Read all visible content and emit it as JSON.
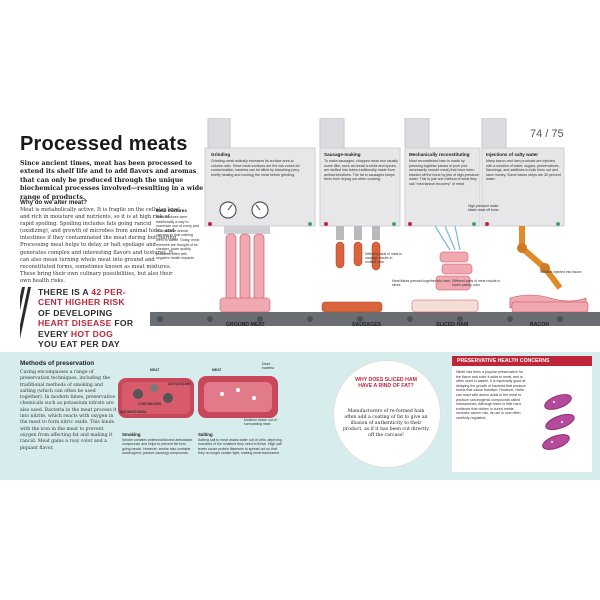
{
  "page": {
    "title": "Processed meats",
    "page_number": "74 / 75"
  },
  "intro": "Since ancient times, meat has been processed to extend its shelf life and to add flavors and aromas that can only be produced through the unique biochemical processes involved—resulting in a wide range of products.",
  "why": {
    "heading": "Why do we alter meat?",
    "body": "Meat is metabolically active. It is fragile on the cellular level and rich in moisture and nutrients, so it is at high risk of rapid spoiling. Spoiling includes fats going rancid (oxidizing), and growth of microbes from animal hides and intestines if they contaminated the meat during butchering. Processing meat helps to delay or halt spoilage and generates complex and interesting flavors and textures. It can also mean turning whole meat into ground and reconstituted forms, sometimes known as meat mixtures. These bring their own culinary possibilities, but also their own health risks."
  },
  "stat": {
    "pre": "THERE IS A ",
    "highlight1": "42 PER-CENT HIGHER RISK",
    "mid": " OF DEVELOPING ",
    "highlight2": "HEART DISEASE",
    "mid2": " FOR EVERY ",
    "highlight3": "HOT DOG",
    "post": " YOU EAT PER DAY"
  },
  "machines": [
    {
      "heading": "Grinding",
      "text": "Grinding meat radically increases its surface area to volume ratio. Since meat surfaces are the risk zones for contamination, bacteria can be killed by blanching (very briefly heating and cooling) the meat before grinding."
    },
    {
      "heading": "Sausage-making",
      "text": "To make sausages, chopped meat and usually some filler, such as bread crumbs and spices, are stuffed into tubes traditionally made from animal intestines. The fat in sausages keeps them from drying out when cooking."
    },
    {
      "heading": "Mechanically reconstituting",
      "text": "Most reconstituted ham is made by pressing together pieces of pork (not necessarily muscle meat) that have been blasted off the bone by jets of high-pressure water. This is just one method of what they call \"mechanical recovery\" of meat."
    },
    {
      "heading": "Injections of salty water",
      "text": "Many bacon and ham products are injected with a solution of water, sugars, preservatives, flavorings, and additives to bulk them out and save money. Some bacon strips are 30 percent water."
    }
  ],
  "meat_mixtures": {
    "heading": "Meat mixtures",
    "text": "Meat mixtures were traditionally a way to maximize use of every part of a valuable animal carcass so that nothing went to waste. Today, meat mixtures are thought of as cheaper, lower quality products, often with negative health impacts."
  },
  "callouts": {
    "sausage_pieces": "Different parts of meat in sausage results in mottled color",
    "water_jets": "High-pressure water blasts meat off bone",
    "pressed": "Meat flakes pressed together into ham slices",
    "ham_color": "Different parts of meat results in ham's patchy color",
    "solution": "Solution injected into bacon"
  },
  "belt_labels": [
    "GROUND MEAT",
    "SAUSAGES",
    "SLICED HAM",
    "BACON"
  ],
  "methods": {
    "heading": "Methods of preservation",
    "body": "Curing encompasses a range of preservation techniques, including the traditional methods of smoking and salting (which can often be used together). In modern times, preservative chemicals such as potassium nitrate are also used. Bacteria in the meat process it into nitrite, which reacts with oxygen in the meat to form nitric oxide. This binds with the iron in the meat to prevent oxygen from affecting fat and making it rancid. Meat gains a rosy color and a piquant flavor."
  },
  "smoking": {
    "labels": {
      "meat": "MEAT",
      "antioxidant": "ANTIOXIDANT",
      "carcinogen": "CARCINOGEN",
      "antimicrobial": "ANTIMICROBIAL"
    },
    "heading": "Smoking",
    "text": "Smoke contains antimicrobial and antioxidant compounds and helps to prevent fat from going rancid. However, smoke also contains carcinogenic (cancer-causing) compounds."
  },
  "salting": {
    "labels": {
      "meat": "MEAT",
      "dead_bacteria": "Dead bacteria",
      "moisture": "Moisture drawn out of surrounding meat"
    },
    "heading": "Salting",
    "text": "Adding salt to meat draws water out of cells, depriving microbes of the moisture they need to thrive. High salt levels cause protein filaments to spread out so that they no longer scatter light, making meat translucent."
  },
  "ham_fat": {
    "heading": "WHY DOES SLICED HAM HAVE A RIND OF FAT?",
    "text": "Manufacturers of re-formed ham often add a coating of fat to give an illusion of authenticity to their product, as if it has been cut directly off the carcass!"
  },
  "preservative": {
    "heading": "PRESERVATIVE HEALTH CONCERNS",
    "text1": "Nitrite has been a popular preservative for the flavor and color it adds to meat, and is often used in salami. It is especially good at delaying the growth of bacteria that produce toxins that cause botulism. However, nitrite can react with amino acids in the meat to produce carcinogenic compounds called nitrosamines. Although there is little hard evidence that nitrites in cured meats increase cancer risk, its use is now often carefully regulated."
  },
  "colors": {
    "accent": "#c0263a",
    "machine": "#e7e7e9",
    "belt": "#6a6e73",
    "bottom_bg": "#d7ecec",
    "meat": "#c9475a",
    "meat_light": "#f0a8b1",
    "sausage": "#d9643e",
    "fat": "#f4dfd6"
  }
}
